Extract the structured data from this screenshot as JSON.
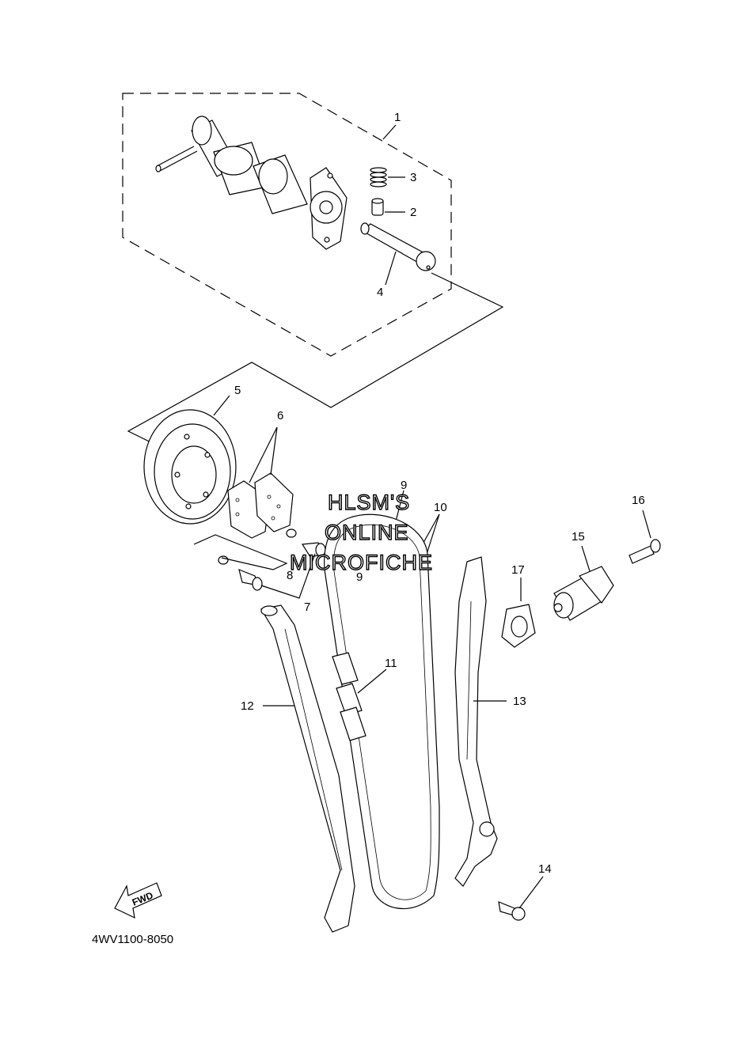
{
  "callouts": {
    "c1": "1",
    "c2": "2",
    "c3": "3",
    "c4": "4",
    "c5": "5",
    "c6": "6",
    "c7": "7",
    "c8": "8",
    "c9a": "9",
    "c9b": "9",
    "c10": "10",
    "c11": "11",
    "c12": "12",
    "c13": "13",
    "c14": "14",
    "c15": "15",
    "c16": "16",
    "c17": "17"
  },
  "watermark": {
    "line1": "HLSM'S",
    "line2": "ONLINE",
    "line3": "MICROFICHE"
  },
  "fwd_label": "FWD",
  "part_code": "4WV1100-8050"
}
